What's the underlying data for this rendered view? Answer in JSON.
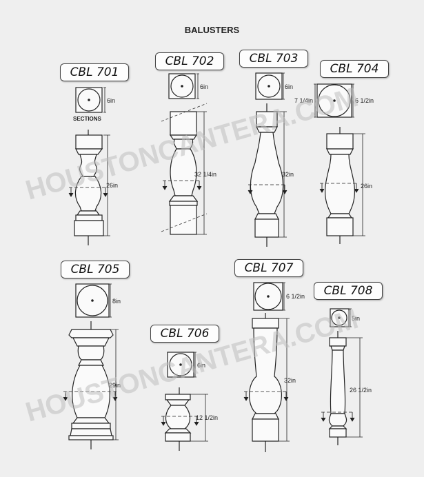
{
  "title": "BALUSTERS",
  "watermark": "HOUSTONCANTERA.COM",
  "sections_label": "SECTIONS",
  "items": [
    {
      "model": "CBL 701",
      "section_dim": "6in",
      "height_dim": "26in"
    },
    {
      "model": "CBL 702",
      "section_dim": "6in",
      "height_dim": "32 1/4in"
    },
    {
      "model": "CBL 703",
      "section_dim": "6in",
      "height_dim": "32in"
    },
    {
      "model": "CBL 704",
      "section_dim_left": "7 1/4in",
      "section_dim": "6 1/2in",
      "height_dim": "26in"
    },
    {
      "model": "CBL 705",
      "section_dim": "8in",
      "height_dim": "29in"
    },
    {
      "model": "CBL 706",
      "section_dim": "6in",
      "height_dim": "12 1/2in"
    },
    {
      "model": "CBL 707",
      "section_dim": "6 1/2in",
      "height_dim": "32in"
    },
    {
      "model": "CBL 708",
      "section_dim": "5in",
      "height_dim": "26 1/2in"
    }
  ]
}
